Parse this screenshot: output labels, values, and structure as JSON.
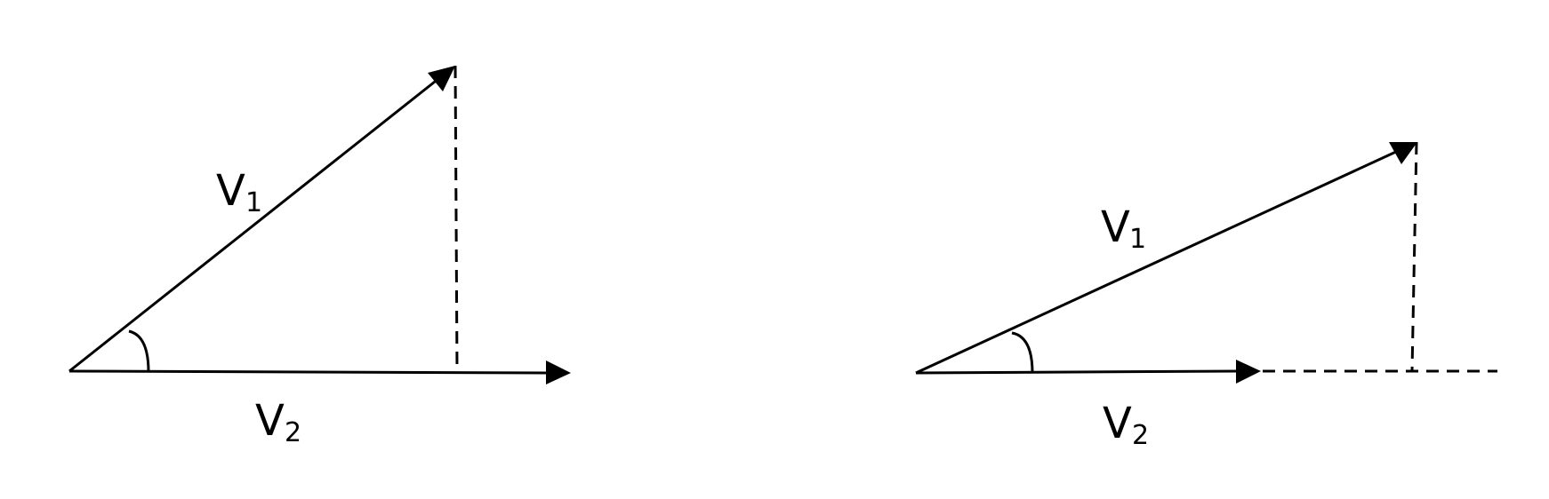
{
  "diagram": {
    "colors": {
      "stroke": "#000000",
      "background": "#ffffff"
    },
    "left": {
      "v1_label": "V",
      "v1_subscript": "1",
      "v2_label": "V",
      "v2_subscript": "2"
    },
    "right": {
      "v1_label": "V",
      "v1_subscript": "1",
      "v2_label": "V",
      "v2_subscript": "2"
    }
  }
}
